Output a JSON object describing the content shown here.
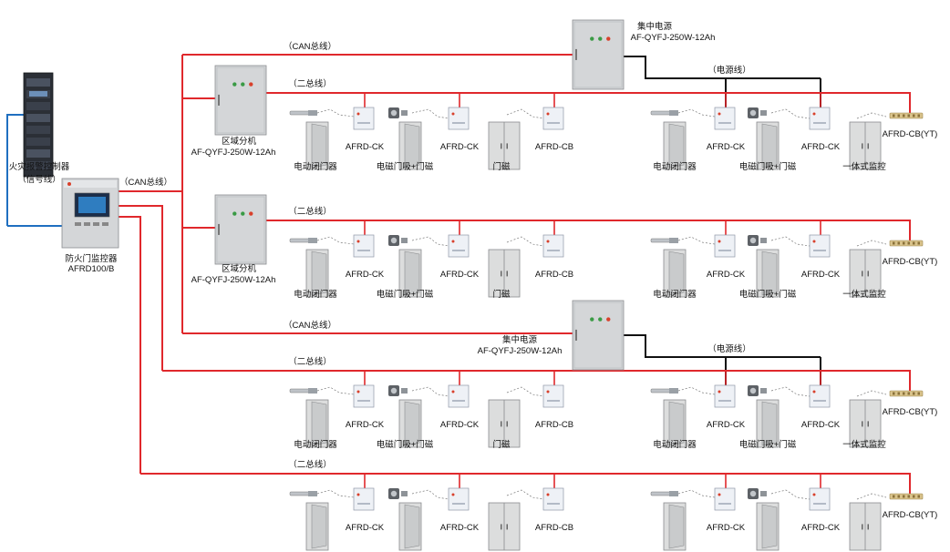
{
  "colors": {
    "bus": "#e0282c",
    "can_bus": "#e0282c",
    "signal": "#1f6fc0",
    "power_line": "#111111",
    "cabinet": "#d4d6d8",
    "module": "#eef1f6"
  },
  "fire_alarm": {
    "name": "火灾报警控制器",
    "note": "（信号线）"
  },
  "monitor": {
    "name": "防火门监控器",
    "model": "AFRD100/B"
  },
  "labels": {
    "can_bus": "（CAN总线）",
    "two_bus": "（二总线）",
    "power_line": "（电源线）"
  },
  "central_power": {
    "name": "集中电源",
    "model": "AF-QYFJ-250W-12Ah"
  },
  "zone_unit": {
    "name": "区域分机",
    "model": "AF-QYFJ-250W-12Ah"
  },
  "device_labels": {
    "ck": "AFRD-CK",
    "cb": "AFRD-CB",
    "cbyt": "AFRD-CB(YT)",
    "closer": "电动闭门器",
    "magnet": "电磁门吸+门磁",
    "door_magnet": "门磁",
    "integrated": "一体式监控"
  }
}
